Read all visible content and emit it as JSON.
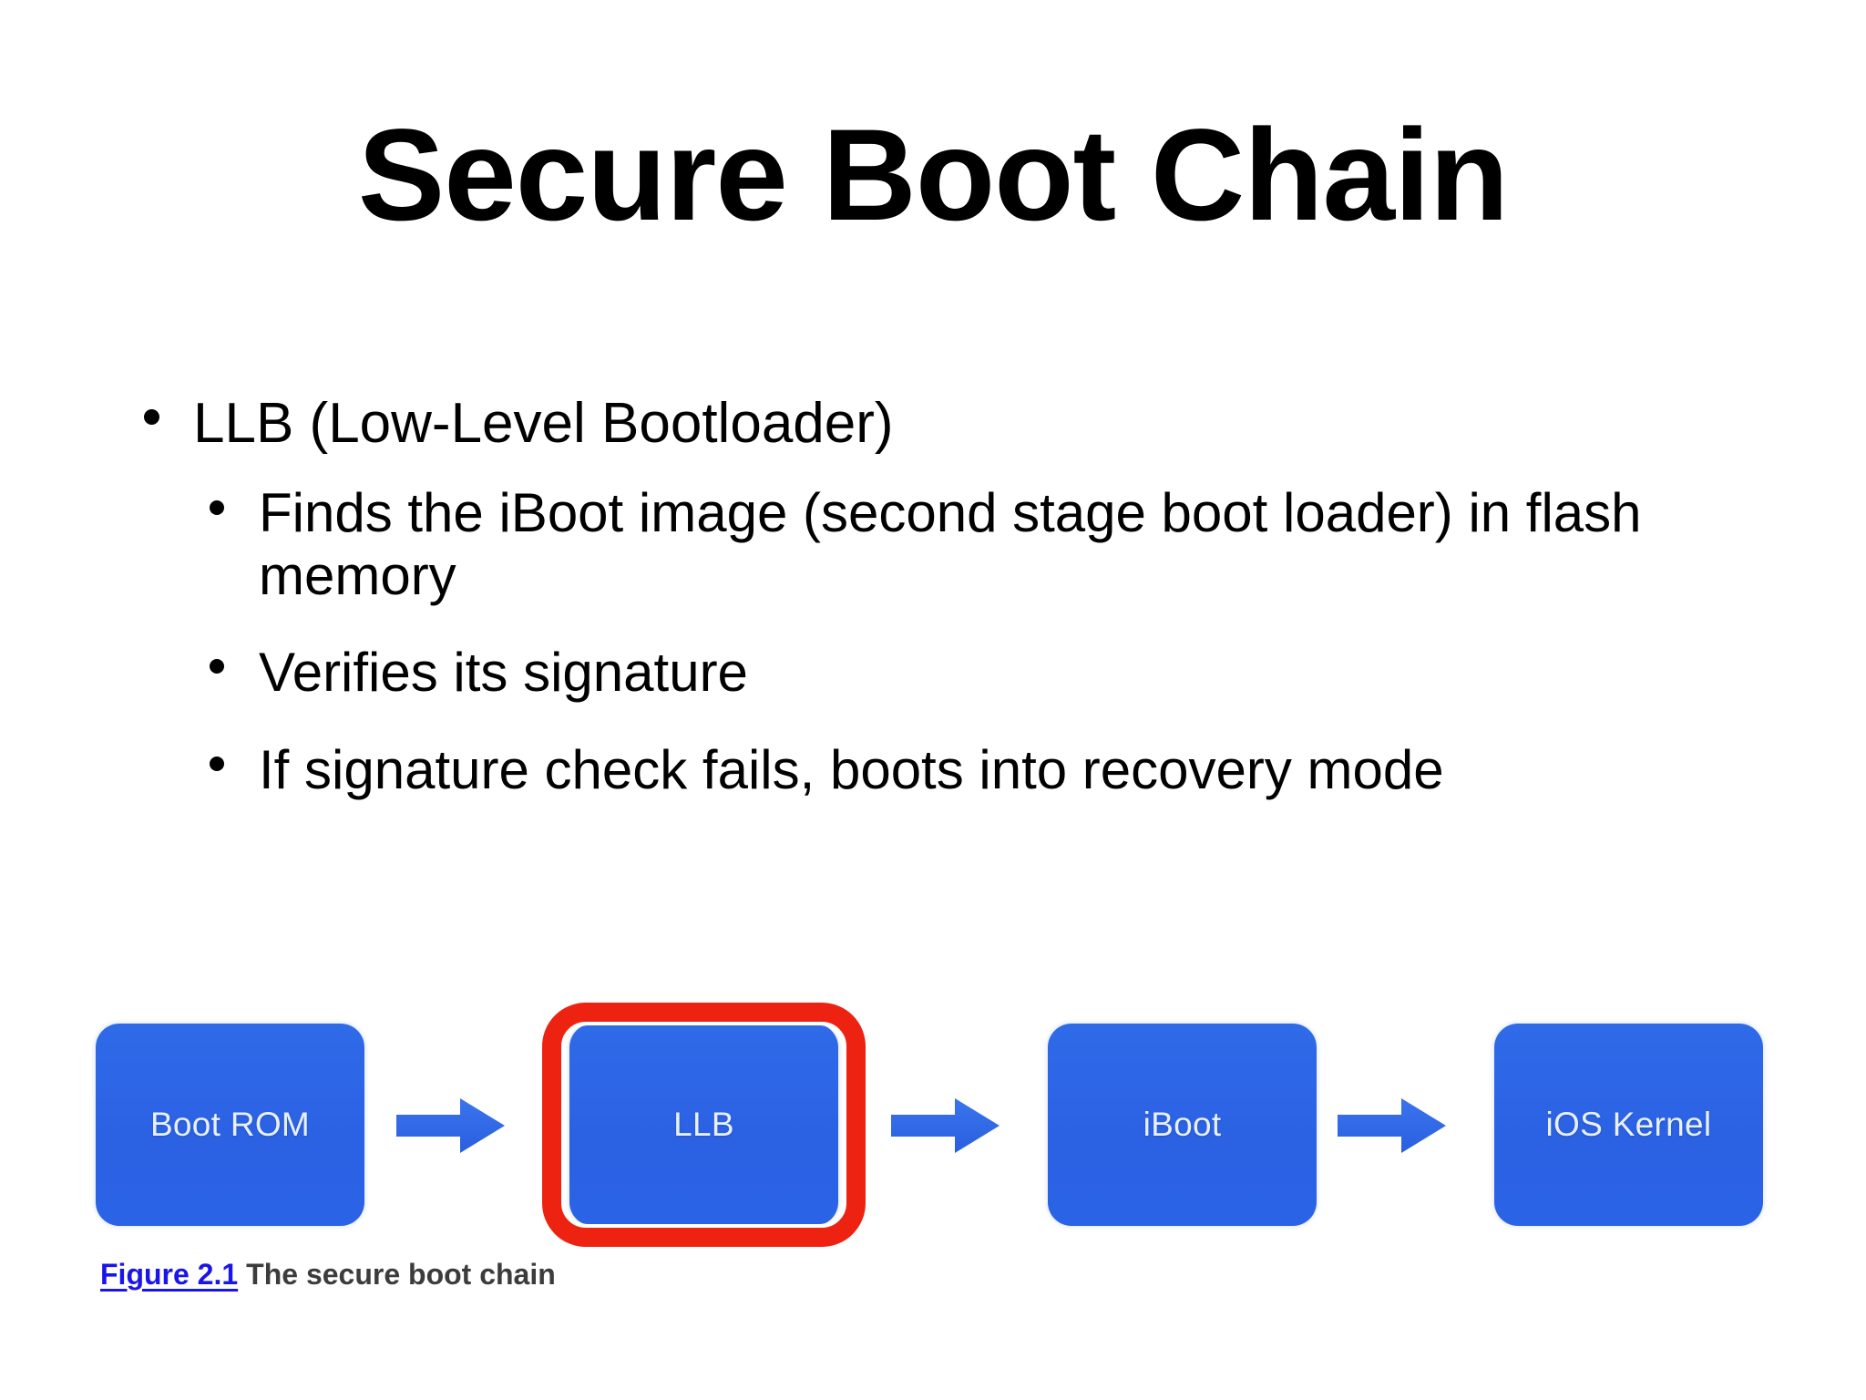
{
  "slide": {
    "title": "Secure Boot Chain",
    "bullets": [
      {
        "level": 1,
        "text": "LLB (Low-Level Bootloader)",
        "children": [
          {
            "level": 2,
            "text": "Finds the iBoot image (second stage boot loader) in flash memory"
          },
          {
            "level": 2,
            "text": "Verifies its signature"
          },
          {
            "level": 2,
            "text": "If signature check fails, boots into recovery mode"
          }
        ]
      }
    ]
  },
  "figure": {
    "caption_number": "Figure 2.1",
    "caption_text": "The secure boot chain",
    "highlighted_node": "LLB",
    "nodes": [
      {
        "label": "Boot ROM"
      },
      {
        "label": "LLB"
      },
      {
        "label": "iBoot"
      },
      {
        "label": "iOS Kernel"
      }
    ],
    "arrows": [
      {
        "from": "Boot ROM",
        "to": "LLB"
      },
      {
        "from": "LLB",
        "to": "iBoot"
      },
      {
        "from": "iBoot",
        "to": "iOS Kernel"
      }
    ],
    "colors": {
      "node_blue": "#2b63e6",
      "node_text": "#e9f0fd",
      "highlight_red": "#ee2211",
      "arrow_blue": "#2f6ae8",
      "caption_link": "#1a15e8",
      "caption_text": "#3c3c3c",
      "background": "#ffffff"
    }
  }
}
